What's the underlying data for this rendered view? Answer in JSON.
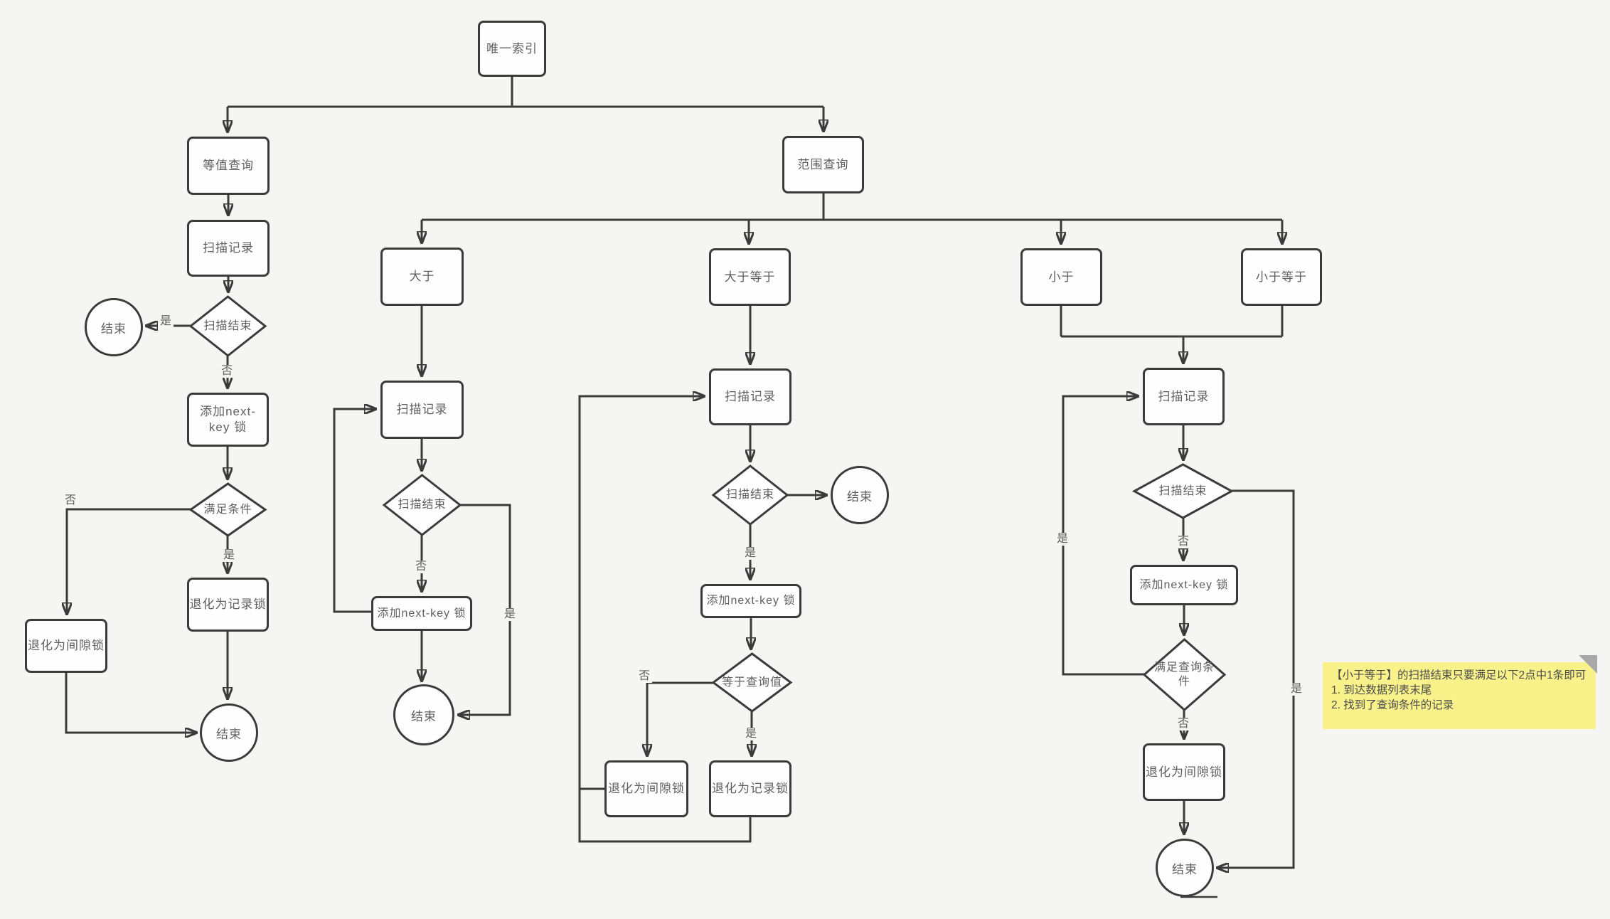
{
  "colors": {
    "background": "#f5f5f3",
    "line": "#3b3b3b",
    "node_fill": "#fefefe",
    "node_text": "#5f5f5f",
    "note_bg": "#f9f28b",
    "note_fold": "#a8a8a8",
    "note_text": "#4b4b4b"
  },
  "labels": {
    "unique_index": "唯一索引",
    "equality_query": "等值查询",
    "range_query": "范围查询",
    "scan_record": "扫描记录",
    "scan_end": "扫描结束",
    "end": "结束",
    "add_next_key_lock": "添加next-key 锁",
    "add_next_key_lock_wrapped": "添加next-\nkey 锁",
    "meet_condition": "满足条件",
    "meet_query_condition": "满足查询条件",
    "equal_query_value": "等于查询值",
    "degrade_record_lock": "退化为记录锁",
    "degrade_gap_lock": "退化为间隙锁",
    "greater_than": "大于",
    "greater_equal": "大于等于",
    "less_than": "小于",
    "less_equal": "小于等于",
    "yes": "是",
    "no": "否"
  },
  "note": {
    "line1": "【小于等于】的扫描结束只要满足以下2点中1条即可",
    "line2": "1. 到达数据列表末尾",
    "line3": "2. 找到了查询条件的记录"
  }
}
